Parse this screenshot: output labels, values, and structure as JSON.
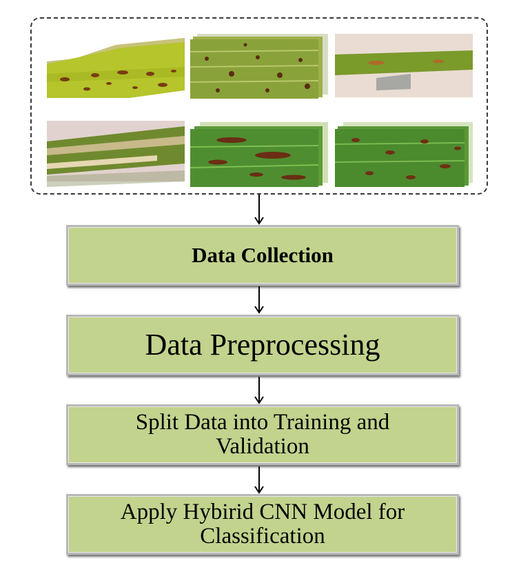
{
  "diagram": {
    "panel": {
      "tiles": [
        {
          "icon": "brown-spot-leaf-image"
        },
        {
          "icon": "leaf-blast-image"
        },
        {
          "icon": "leaf-smut-image"
        },
        {
          "icon": "bacterial-blight-image"
        },
        {
          "icon": "brown-lesion-leaf-image"
        },
        {
          "icon": "leaf-spot-image"
        }
      ]
    },
    "steps": [
      {
        "label": "Data Collection"
      },
      {
        "label": "Data Preprocessing"
      },
      {
        "label": "Split Data into Training and Validation"
      },
      {
        "label": "Apply Hybirid CNN Model for Classification"
      }
    ],
    "colors": {
      "step_fill": "#c2d38e",
      "step_border": "#b8b8b8",
      "panel_border": "#3a3a3a",
      "arrow": "#000000"
    }
  }
}
